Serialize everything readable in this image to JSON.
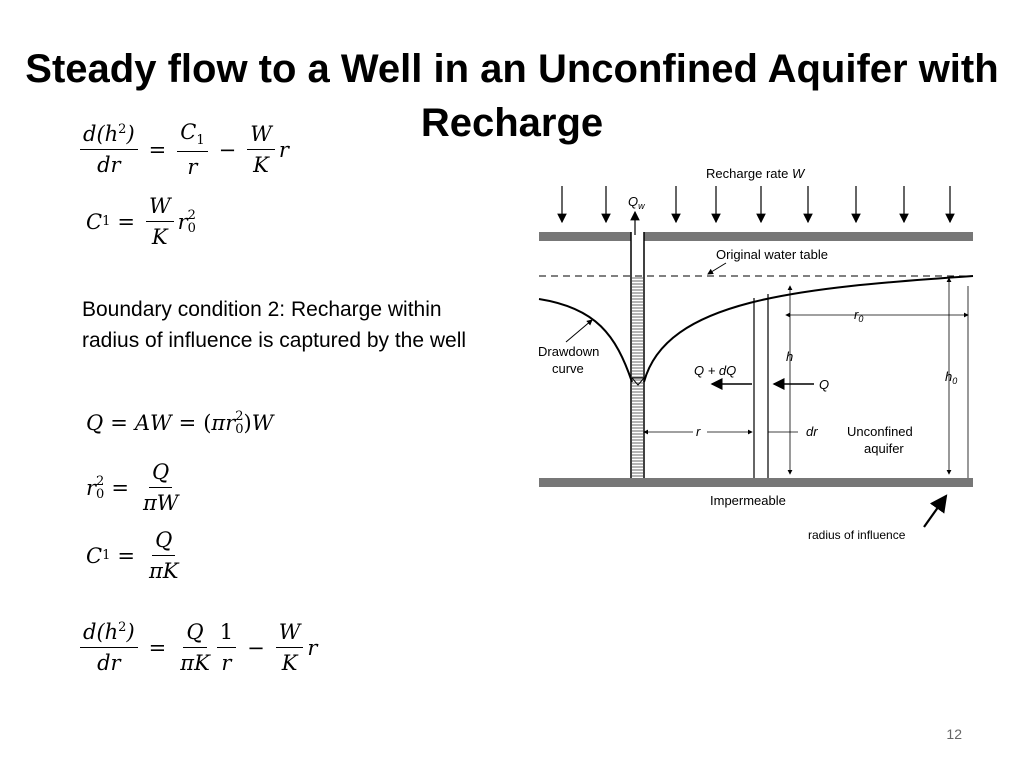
{
  "slide": {
    "title": "Steady flow to a Well in an Unconfined Aquifer with Recharge",
    "page_number": "12"
  },
  "boundary_condition": "Boundary condition 2: Recharge within radius of influence is captured by the well",
  "equations": {
    "eq1": {
      "lhs_num": "d(h",
      "lhs_num_sup": "2",
      "lhs_num_close": ")",
      "lhs_den": "dr",
      "c": "C",
      "c_sub": "1",
      "r": "r",
      "w": "W",
      "k": "K",
      "trail": "r"
    },
    "eq2": {
      "c": "C",
      "c_sub": "1",
      "w": "W",
      "k": "K",
      "r": "r",
      "r_sub": "0",
      "r_sup": "2"
    },
    "eq3": {
      "q": "Q",
      "a": "A",
      "w": "W",
      "pi": "π",
      "r": "r",
      "r_sub": "0",
      "r_sup": "2"
    },
    "eq4": {
      "r": "r",
      "r_sub": "0",
      "r_sup": "2",
      "q": "Q",
      "den": "πW"
    },
    "eq5": {
      "c": "C",
      "c_sub": "1",
      "q": "Q",
      "den": "πK"
    },
    "eq6": {
      "lhs_num": "d(h",
      "lhs_num_sup": "2",
      "lhs_num_close": ")",
      "lhs_den": "dr",
      "q": "Q",
      "qden": "πK",
      "one": "1",
      "r": "r",
      "w": "W",
      "k": "K",
      "trail": "r"
    }
  },
  "diagram": {
    "recharge_label": "Recharge rate",
    "recharge_var": "W",
    "qw_label": "Q",
    "qw_sub": "w",
    "original_water_table": "Original water table",
    "r0_label": "r",
    "r0_sub": "0",
    "drawdown_label_1": "Drawdown",
    "drawdown_label_2": "curve",
    "h_label": "h",
    "h0_label": "h",
    "h0_sub": "0",
    "qdq_label": "Q + dQ",
    "q_label": "Q",
    "r_label": "r",
    "dr_label": "dr",
    "unconfined_1": "Unconfined",
    "unconfined_2": "aquifer",
    "impermeable": "Impermeable",
    "radius_of_influence": "radius of influence"
  }
}
